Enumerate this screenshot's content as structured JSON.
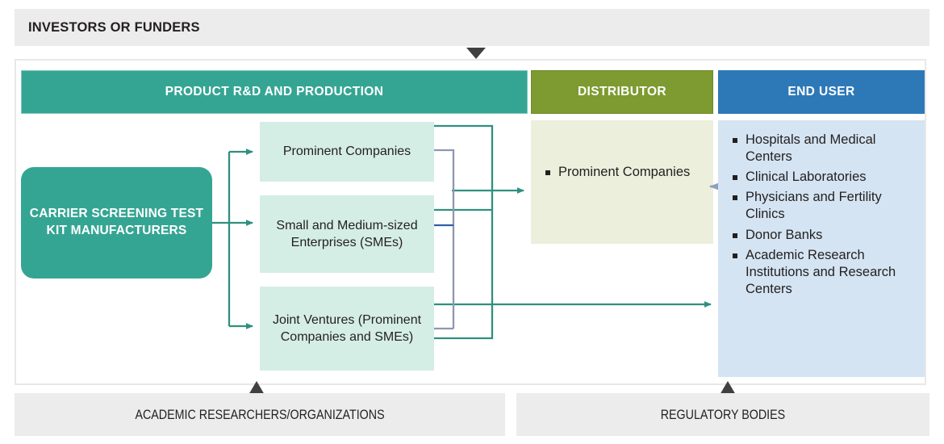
{
  "top_band": {
    "label": "INVESTORS OR FUNDERS"
  },
  "columns": {
    "production": {
      "header": "PRODUCT R&D AND PRODUCTION"
    },
    "distributor": {
      "header": "DISTRIBUTOR"
    },
    "end_user": {
      "header": "END USER"
    }
  },
  "manufacturer": {
    "label": "CARRIER SCREENING TEST KIT MANUFACTURERS"
  },
  "production_boxes": [
    {
      "label": "Prominent Companies"
    },
    {
      "label": "Small and Medium-sized Enterprises (SMEs)"
    },
    {
      "label": "Joint Ventures (Prominent Companies and SMEs)"
    }
  ],
  "distributor_items": [
    "Prominent Companies"
  ],
  "end_user_items": [
    "Hospitals and Medical Centers",
    "Clinical Laboratories",
    "Physicians and Fertility Clinics",
    "Donor Banks",
    "Academic Research Institutions and Research Centers"
  ],
  "bottom_bars": [
    {
      "label": "ACADEMIC RESEARCHERS/ORGANIZATIONS"
    },
    {
      "label": "REGULATORY BODIES"
    }
  ],
  "colors": {
    "teal": "#35a593",
    "olive": "#7d9b31",
    "blue": "#2d79b8",
    "mint": "#d5eee5",
    "olive_light": "#ebefdc",
    "blue_light": "#d4e4f2",
    "band_grey": "#ececec",
    "arrow_dark": "#404040",
    "wire_teal": "#2f9080",
    "wire_grey": "#8e97b0",
    "wire_blue": "#2f5fa8",
    "arrow_grey_blue": "#8e9fc0"
  }
}
